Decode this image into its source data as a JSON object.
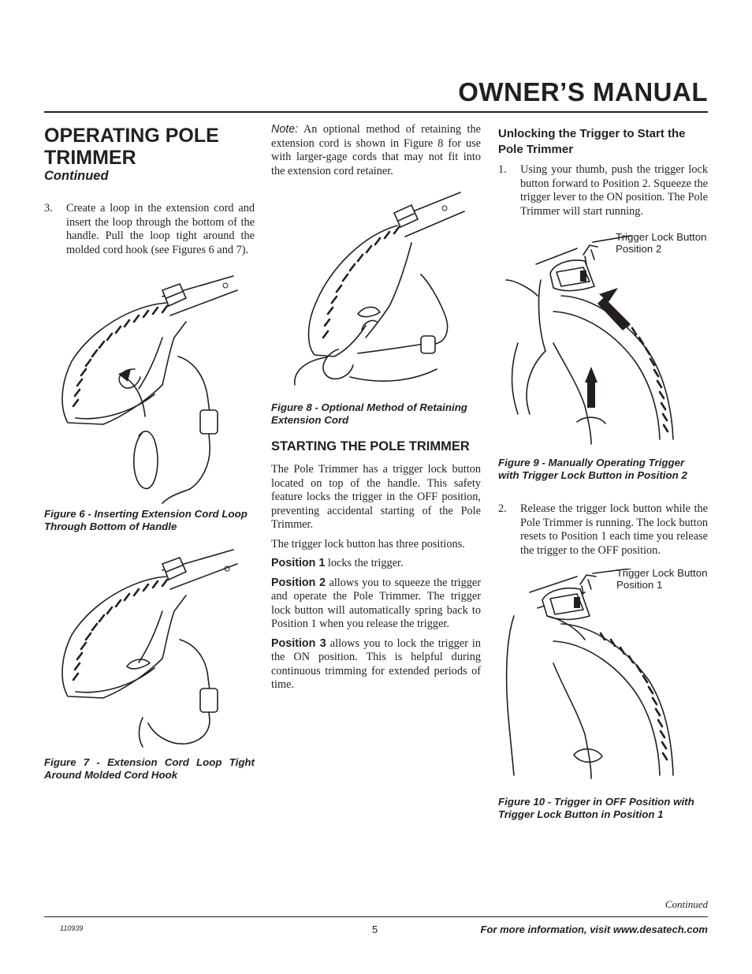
{
  "header": {
    "title": "OWNER’S MANUAL"
  },
  "column1": {
    "section_title": "OPERATING POLE TRIMMER",
    "section_subtitle": "Continued",
    "step3": {
      "number": "3.",
      "text": "Create a loop in the extension cord and insert the loop through the bottom of the handle. Pull the loop tight around the molded cord hook (see Figures 6 and 7)."
    },
    "figure6_caption": "Figure 6 - Inserting Extension Cord Loop Through Bottom of Handle",
    "figure7_caption": "Figure 7 - Extension Cord Loop Tight Around Molded Cord Hook"
  },
  "column2": {
    "note_label": "Note:",
    "note_text": " An optional method of retaining the extension cord is shown in Figure 8 for use with larger-gage cords that may not fit into the extension cord retainer.",
    "figure8_caption": "Figure 8 - Optional Method of Retaining Extension Cord",
    "heading": "STARTING THE POLE TRIMMER",
    "para1": "The Pole Trimmer has a trigger lock button located on top of the handle. This safety feature locks the trigger in the OFF position, preventing accidental starting of the Pole Trimmer.",
    "para2": "The trigger lock button has three positions.",
    "position1_label": "Position 1",
    "position1_text": " locks the trigger.",
    "position2_label": "Position 2",
    "position2_text": " allows you to squeeze the trigger and operate the Pole Trimmer. The trigger lock button will automatically spring back to Position 1 when you release the trigger.",
    "position3_label": "Position 3",
    "position3_text": " allows you to lock the trigger in the ON position. This is helpful during continuous trimming for extended periods of time."
  },
  "column3": {
    "heading": "Unlocking the Trigger to Start the Pole Trimmer",
    "step1": {
      "number": "1.",
      "text": "Using your thumb, push the trigger lock button forward to Position 2. Squeeze the trigger lever to the ON position. The Pole Trimmer will start running."
    },
    "figure9_callout": "Trigger Lock Button Position 2",
    "figure9_caption": "Figure 9 - Manually Operating Trigger with Trigger Lock Button in Position 2",
    "step2": {
      "number": "2.",
      "text": "Release the trigger lock button while the Pole Trimmer is running. The lock button resets to Position 1 each time you release the trigger to the OFF position."
    },
    "figure10_callout": "Trigger Lock Button Position 1",
    "figure10_caption": "Figure 10 - Trigger in OFF Position with Trigger Lock Button in Position 1"
  },
  "footer": {
    "continued": "Continued",
    "doc_code": "110939",
    "page_number": "5",
    "info": "For more information, visit www.desatech.com"
  }
}
